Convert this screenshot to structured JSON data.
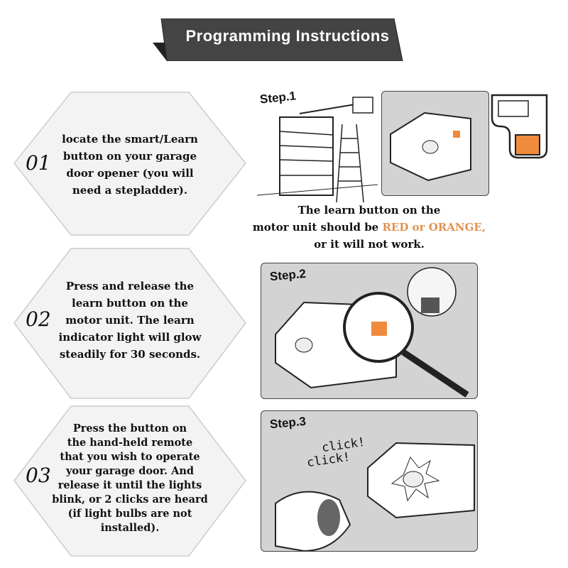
{
  "header": {
    "title": "Programming Instructions"
  },
  "steps": [
    {
      "number": "01",
      "label": "Step.1",
      "text": [
        "locate the smart/Learn",
        "button on your garage",
        "door opener (you will",
        "need a stepladder)."
      ]
    },
    {
      "number": "02",
      "label": "Step.2",
      "text": [
        "Press and release the",
        "learn button on the",
        "motor unit. The learn",
        "indicator light will glow",
        "steadily for 30 seconds."
      ]
    },
    {
      "number": "03",
      "label": "Step.3",
      "text": [
        "Press the button on",
        "the hand-held remote",
        "that you wish to operate",
        "your garage door. And",
        "release it until the lights",
        "blink, or 2 clicks are heard",
        "(if light bulbs are not",
        "installed)."
      ]
    }
  ],
  "note": {
    "line1": "The learn button on the",
    "line2_prefix": "motor unit should be ",
    "line2_highlight": "RED or ORANGE,",
    "line3": "or it will not work."
  },
  "sounds": {
    "click1": "click!",
    "click2": "click!"
  },
  "colors": {
    "accent": "#f08a3c",
    "banner": "#444444",
    "panel": "#d3d3d3"
  }
}
